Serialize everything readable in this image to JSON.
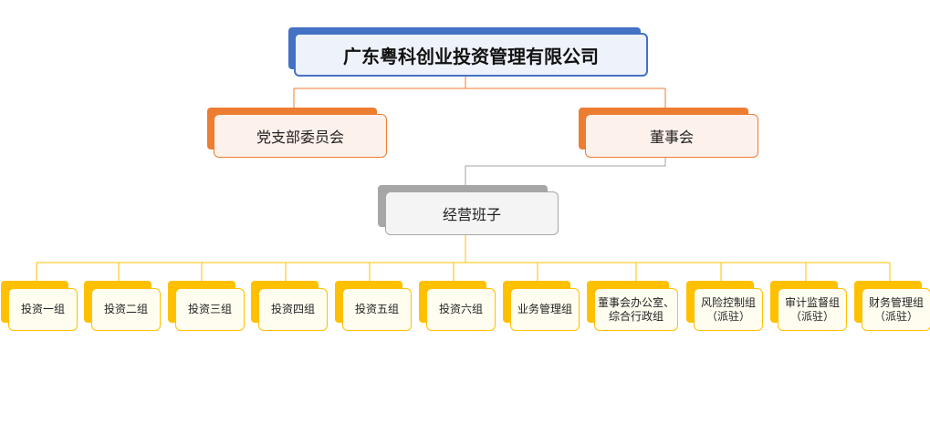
{
  "org_chart": {
    "root": {
      "label": "广东粤科创业投资管理有限公司"
    },
    "level1": [
      {
        "label": "党支部委员会"
      },
      {
        "label": "董事会"
      }
    ],
    "management": {
      "label": "经营班子"
    },
    "departments": [
      {
        "label": "投资一组"
      },
      {
        "label": "投资二组"
      },
      {
        "label": "投资三组"
      },
      {
        "label": "投资四组"
      },
      {
        "label": "投资五组"
      },
      {
        "label": "投资六组"
      },
      {
        "label": "业务管理组"
      },
      {
        "label": "董事会办公室、\n综合行政组"
      },
      {
        "label": "风险控制组\n（派驻）"
      },
      {
        "label": "审计监督组\n（派驻）"
      },
      {
        "label": "财务管理组\n（派驻）"
      }
    ]
  },
  "colors": {
    "root": "#4472c4",
    "level1": "#ed7d31",
    "management": "#a6a6a6",
    "departments": "#ffc000",
    "connector_orange": "#ed7d31",
    "connector_gray": "#a6a6a6",
    "connector_yellow": "#ffc000"
  }
}
